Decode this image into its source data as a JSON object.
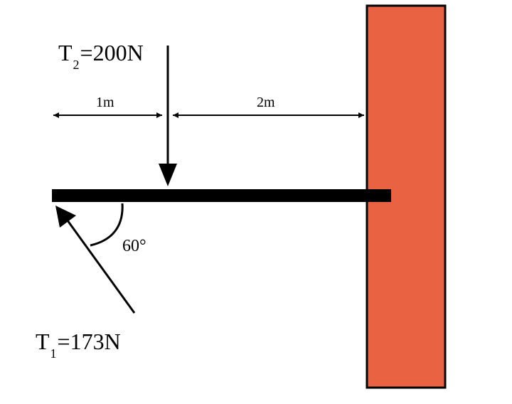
{
  "forces": {
    "t2": {
      "symbol": "T",
      "subscript": "2",
      "value": "=200N"
    },
    "t1": {
      "symbol": "T",
      "subscript": "1",
      "value": "=173N"
    }
  },
  "dimensions": {
    "left_span": "1m",
    "right_span": "2m"
  },
  "angle": "60°",
  "colors": {
    "wall": "#e96242",
    "ink": "#000000"
  }
}
